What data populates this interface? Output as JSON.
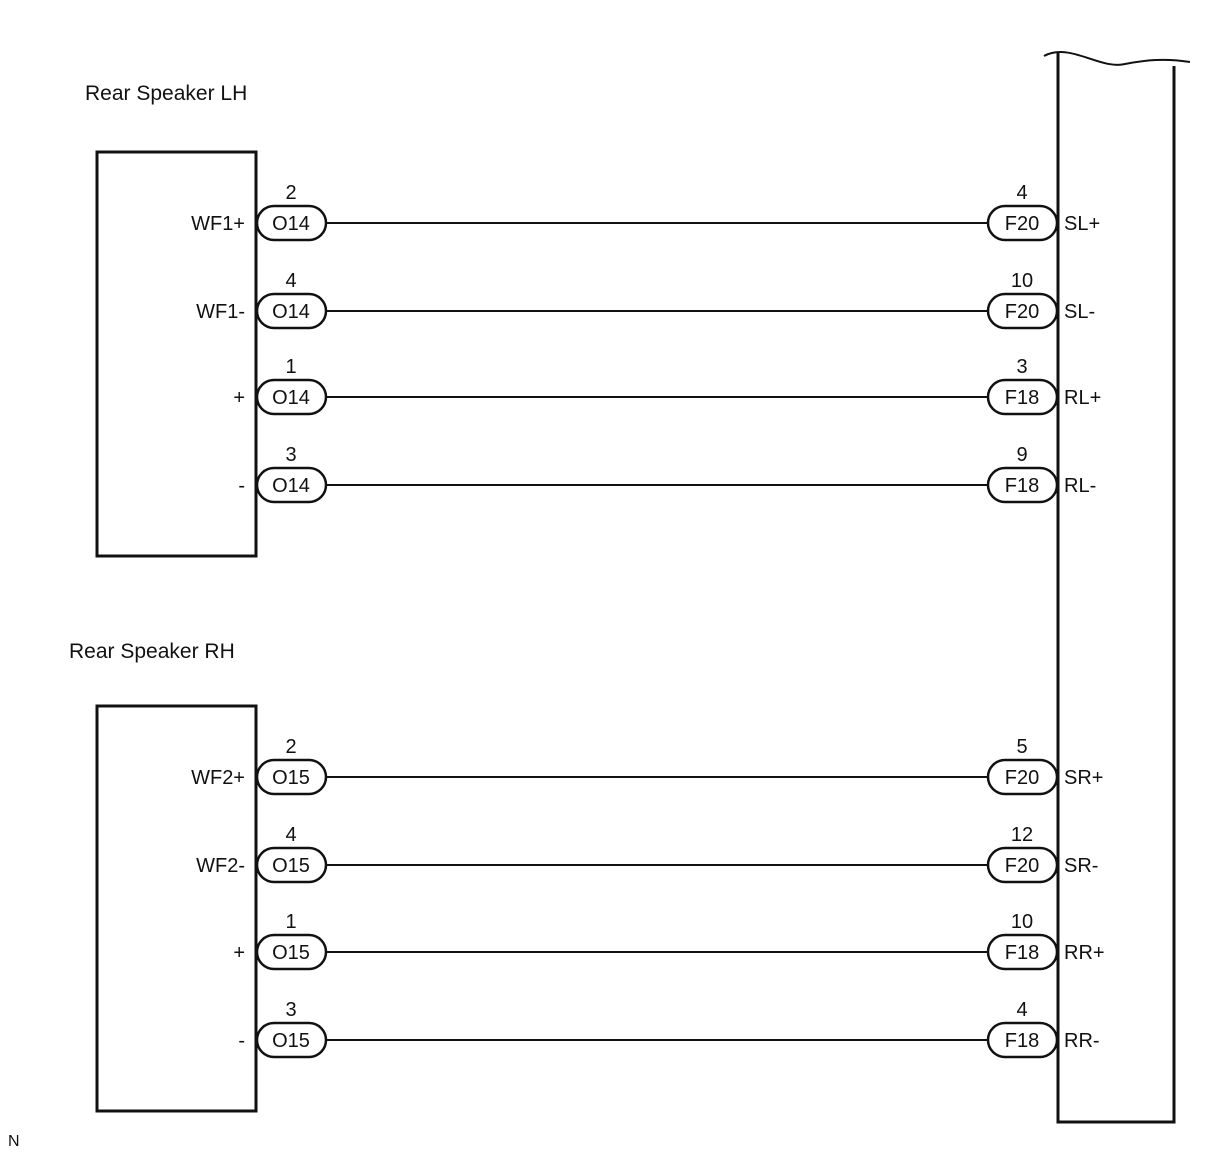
{
  "speakers": [
    {
      "title": "Rear Speaker LH",
      "rows": [
        {
          "pin_label": "WF1+",
          "left_pin": "2",
          "left_connector": "O14",
          "right_pin": "4",
          "right_connector": "F20",
          "right_label": "SL+"
        },
        {
          "pin_label": "WF1-",
          "left_pin": "4",
          "left_connector": "O14",
          "right_pin": "10",
          "right_connector": "F20",
          "right_label": "SL-"
        },
        {
          "pin_label": "+",
          "left_pin": "1",
          "left_connector": "O14",
          "right_pin": "3",
          "right_connector": "F18",
          "right_label": "RL+"
        },
        {
          "pin_label": "-",
          "left_pin": "3",
          "left_connector": "O14",
          "right_pin": "9",
          "right_connector": "F18",
          "right_label": "RL-"
        }
      ]
    },
    {
      "title": "Rear Speaker RH",
      "rows": [
        {
          "pin_label": "WF2+",
          "left_pin": "2",
          "left_connector": "O15",
          "right_pin": "5",
          "right_connector": "F20",
          "right_label": "SR+"
        },
        {
          "pin_label": "WF2-",
          "left_pin": "4",
          "left_connector": "O15",
          "right_pin": "12",
          "right_connector": "F20",
          "right_label": "SR-"
        },
        {
          "pin_label": "+",
          "left_pin": "1",
          "left_connector": "O15",
          "right_pin": "10",
          "right_connector": "F18",
          "right_label": "RR+"
        },
        {
          "pin_label": "-",
          "left_pin": "3",
          "left_connector": "O15",
          "right_pin": "4",
          "right_connector": "F18",
          "right_label": "RR-"
        }
      ]
    }
  ],
  "footnote": "N"
}
